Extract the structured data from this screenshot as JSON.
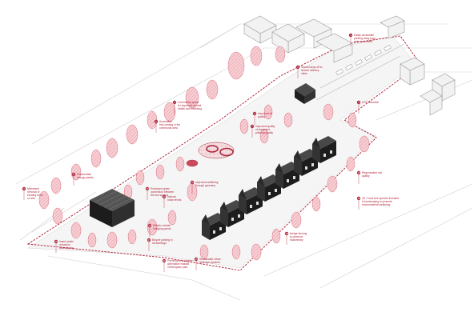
{
  "colors": {
    "accent": "#b0283d",
    "tree_pink": "#f2b8bf",
    "building_dark": "#2a2a2a",
    "ground": "#f4f4f4",
    "line": "#bdbdbd"
  },
  "annotations": [
    {
      "id": "parking",
      "pin": "1",
      "lines": [
        "Easily accessible",
        "parking away from",
        "plots connected"
      ]
    },
    {
      "id": "dropoff",
      "pin": "2",
      "lines": [
        "Shared drop-off to",
        "reduce delivery",
        "miles"
      ]
    },
    {
      "id": "co2",
      "pin": "3",
      "lines": [
        "CO2 reduction"
      ]
    },
    {
      "id": "community",
      "pin": "4",
      "lines": [
        "Community space",
        "for improved mental",
        "health and wellbeing"
      ]
    },
    {
      "id": "air",
      "pin": "5",
      "lines": [
        "Improved air",
        "quality"
      ]
    },
    {
      "id": "bird",
      "pin": "6",
      "lines": [
        "Accessible",
        "bird-nesting in the",
        "communal area"
      ]
    },
    {
      "id": "water",
      "pin": "7",
      "lines": [
        "Improved quality",
        "of place and",
        "planting quality"
      ]
    },
    {
      "id": "solar",
      "pin": "8",
      "lines": [
        "Photovoltaic",
        "energy panels"
      ]
    },
    {
      "id": "removal",
      "pin": "9",
      "lines": [
        "Minimised",
        "removal of",
        "existing trees",
        "on site"
      ]
    },
    {
      "id": "green",
      "pin": "10",
      "lines": [
        "Enhanced green",
        "connection between",
        "the two spaces"
      ]
    },
    {
      "id": "wellbeing",
      "pin": "11",
      "lines": [
        "Improved wellbeing",
        "through greenery"
      ]
    },
    {
      "id": "habitat",
      "pin": "12",
      "lines": [
        "Natural",
        "noise levels"
      ]
    },
    {
      "id": "soil",
      "pin": "13",
      "lines": [
        "Regenerated soil",
        "quality"
      ]
    },
    {
      "id": "trees",
      "pin": "14",
      "lines": [
        "45 + local tree species included",
        "in landscaping to promote",
        "environmental wellbeing"
      ]
    },
    {
      "id": "heat",
      "pin": "15",
      "lines": [
        "Insect water",
        "reduction",
        "landscaping"
      ]
    },
    {
      "id": "charging",
      "pin": "16",
      "lines": [
        "Electric vehicle",
        "charging points"
      ]
    },
    {
      "id": "bicycle",
      "pin": "17",
      "lines": [
        "Bicycle parking in",
        "all dwellings"
      ]
    },
    {
      "id": "hedge",
      "pin": "18",
      "lines": [
        "Hedge fencing",
        "to preserve",
        "biodiversity"
      ]
    },
    {
      "id": "drainage",
      "pin": "19",
      "lines": [
        "Sustainable urban",
        "drainage systems"
      ]
    },
    {
      "id": "footpath",
      "pin": "20",
      "lines": [
        "Proximity to footpaths",
        "Alternative Natural",
        "Greenspace park"
      ]
    }
  ]
}
